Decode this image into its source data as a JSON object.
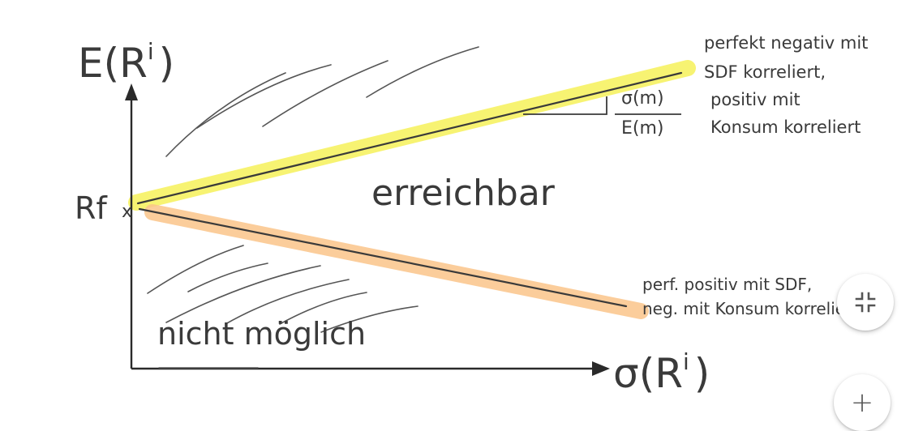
{
  "labels": {
    "y_axis": "E(R",
    "y_axis_sup": "i",
    "y_axis_close": ")",
    "x_axis": "σ(R",
    "x_axis_sup": "i",
    "x_axis_close": ")",
    "rf": "Rf",
    "rf_mark": "x",
    "reachable": "erreichbar",
    "not_possible": "nicht möglich",
    "slope_num": "σ(m)",
    "slope_den": "E(m)",
    "upper_note": [
      "perfekt negativ mit",
      "SDF korreliert,",
      "positiv mit",
      "Konsum korreliert"
    ],
    "lower_note": [
      "perf. positiv mit SDF,",
      "neg. mit Konsum korreliert"
    ]
  },
  "colors": {
    "ink": "#3a3a3a",
    "upper_highlight": "#f6f15a",
    "lower_highlight": "#fbc58a",
    "hatch": "#555555"
  },
  "fabs": {
    "collapse_icon": "collapse-icon",
    "add_icon": "plus-icon",
    "add_glyph": "+"
  }
}
